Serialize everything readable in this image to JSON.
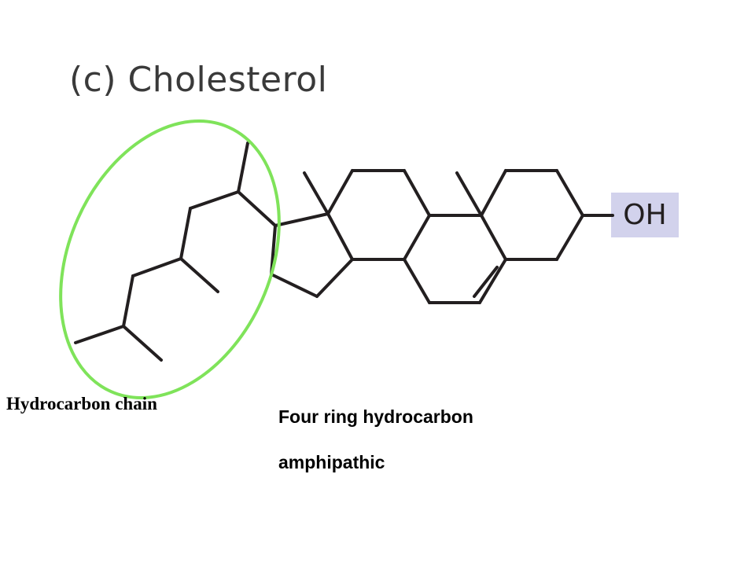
{
  "title": "(c) Cholesterol",
  "functional_group": {
    "label": "OH",
    "highlight_color": "#d2d2ec"
  },
  "annotations": {
    "chain_label": "Hydrocarbon chain",
    "highlight_ellipse_color": "#7fe35a",
    "notes": [
      "Four ring hydrocarbon",
      "amphipathic"
    ]
  },
  "colors": {
    "bond": "#231f20",
    "title": "#3a3a3a"
  }
}
